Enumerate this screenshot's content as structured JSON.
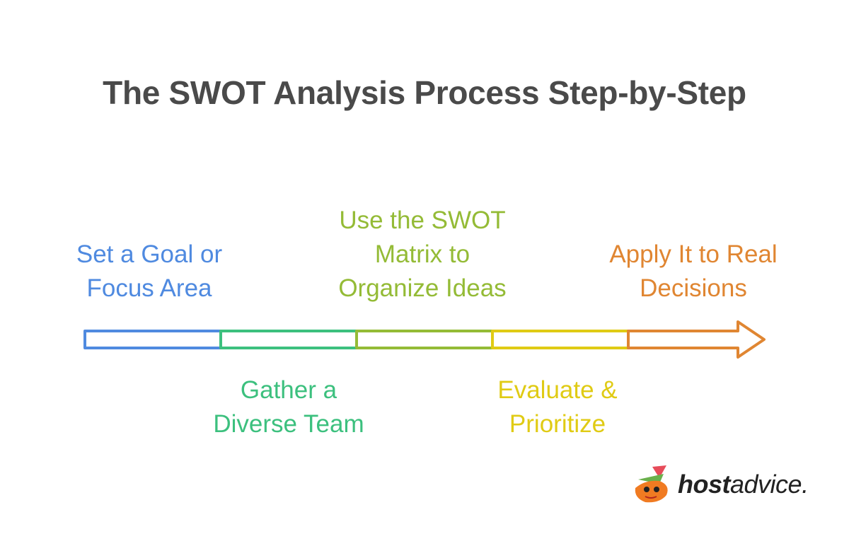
{
  "title": "The SWOT Analysis Process Step-by-Step",
  "steps": [
    {
      "label": "Set a Goal or\nFocus Area",
      "color": "#4f8ae0",
      "position": "above"
    },
    {
      "label": "Gather a\nDiverse Team",
      "color": "#3cc07e",
      "position": "below"
    },
    {
      "label": "Use the SWOT\nMatrix to\nOrganize Ideas",
      "color": "#94bb36",
      "position": "above"
    },
    {
      "label": "Evaluate &\nPrioritize",
      "color": "#e0cb14",
      "position": "below"
    },
    {
      "label": "Apply It to Real\nDecisions",
      "color": "#e08632",
      "position": "above"
    }
  ],
  "logo": {
    "bold": "host",
    "regular": "advice."
  }
}
